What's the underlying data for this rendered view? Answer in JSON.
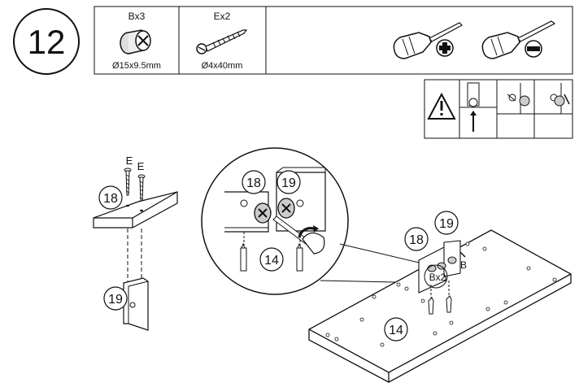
{
  "step": {
    "number": "12"
  },
  "parts_box": {
    "items": [
      {
        "code": "Bx3",
        "size": "Ø15x9.5mm",
        "icon": "cam-lock-icon"
      },
      {
        "code": "Ex2",
        "size": "Ø4x40mm",
        "icon": "screw-icon"
      }
    ],
    "tools": [
      {
        "icon": "phillips-screwdriver-icon",
        "tip_icon": "phillips-head-icon"
      },
      {
        "icon": "flat-screwdriver-icon",
        "tip_icon": "flat-head-icon"
      }
    ]
  },
  "warning_box": {
    "icons": [
      "warning-triangle-icon",
      "cam-insert-icon",
      "cam-position-icon",
      "cam-lock-turn-icon"
    ]
  },
  "left_assembly": {
    "screw_labels": [
      "E",
      "E"
    ],
    "panel_top": "18",
    "panel_bottom": "19"
  },
  "detail_circle": {
    "labels": [
      "18",
      "19",
      "14"
    ]
  },
  "main_assembly": {
    "labels": [
      "19",
      "18",
      "14"
    ],
    "cam_label": "B",
    "cam_count": "Bx2"
  }
}
